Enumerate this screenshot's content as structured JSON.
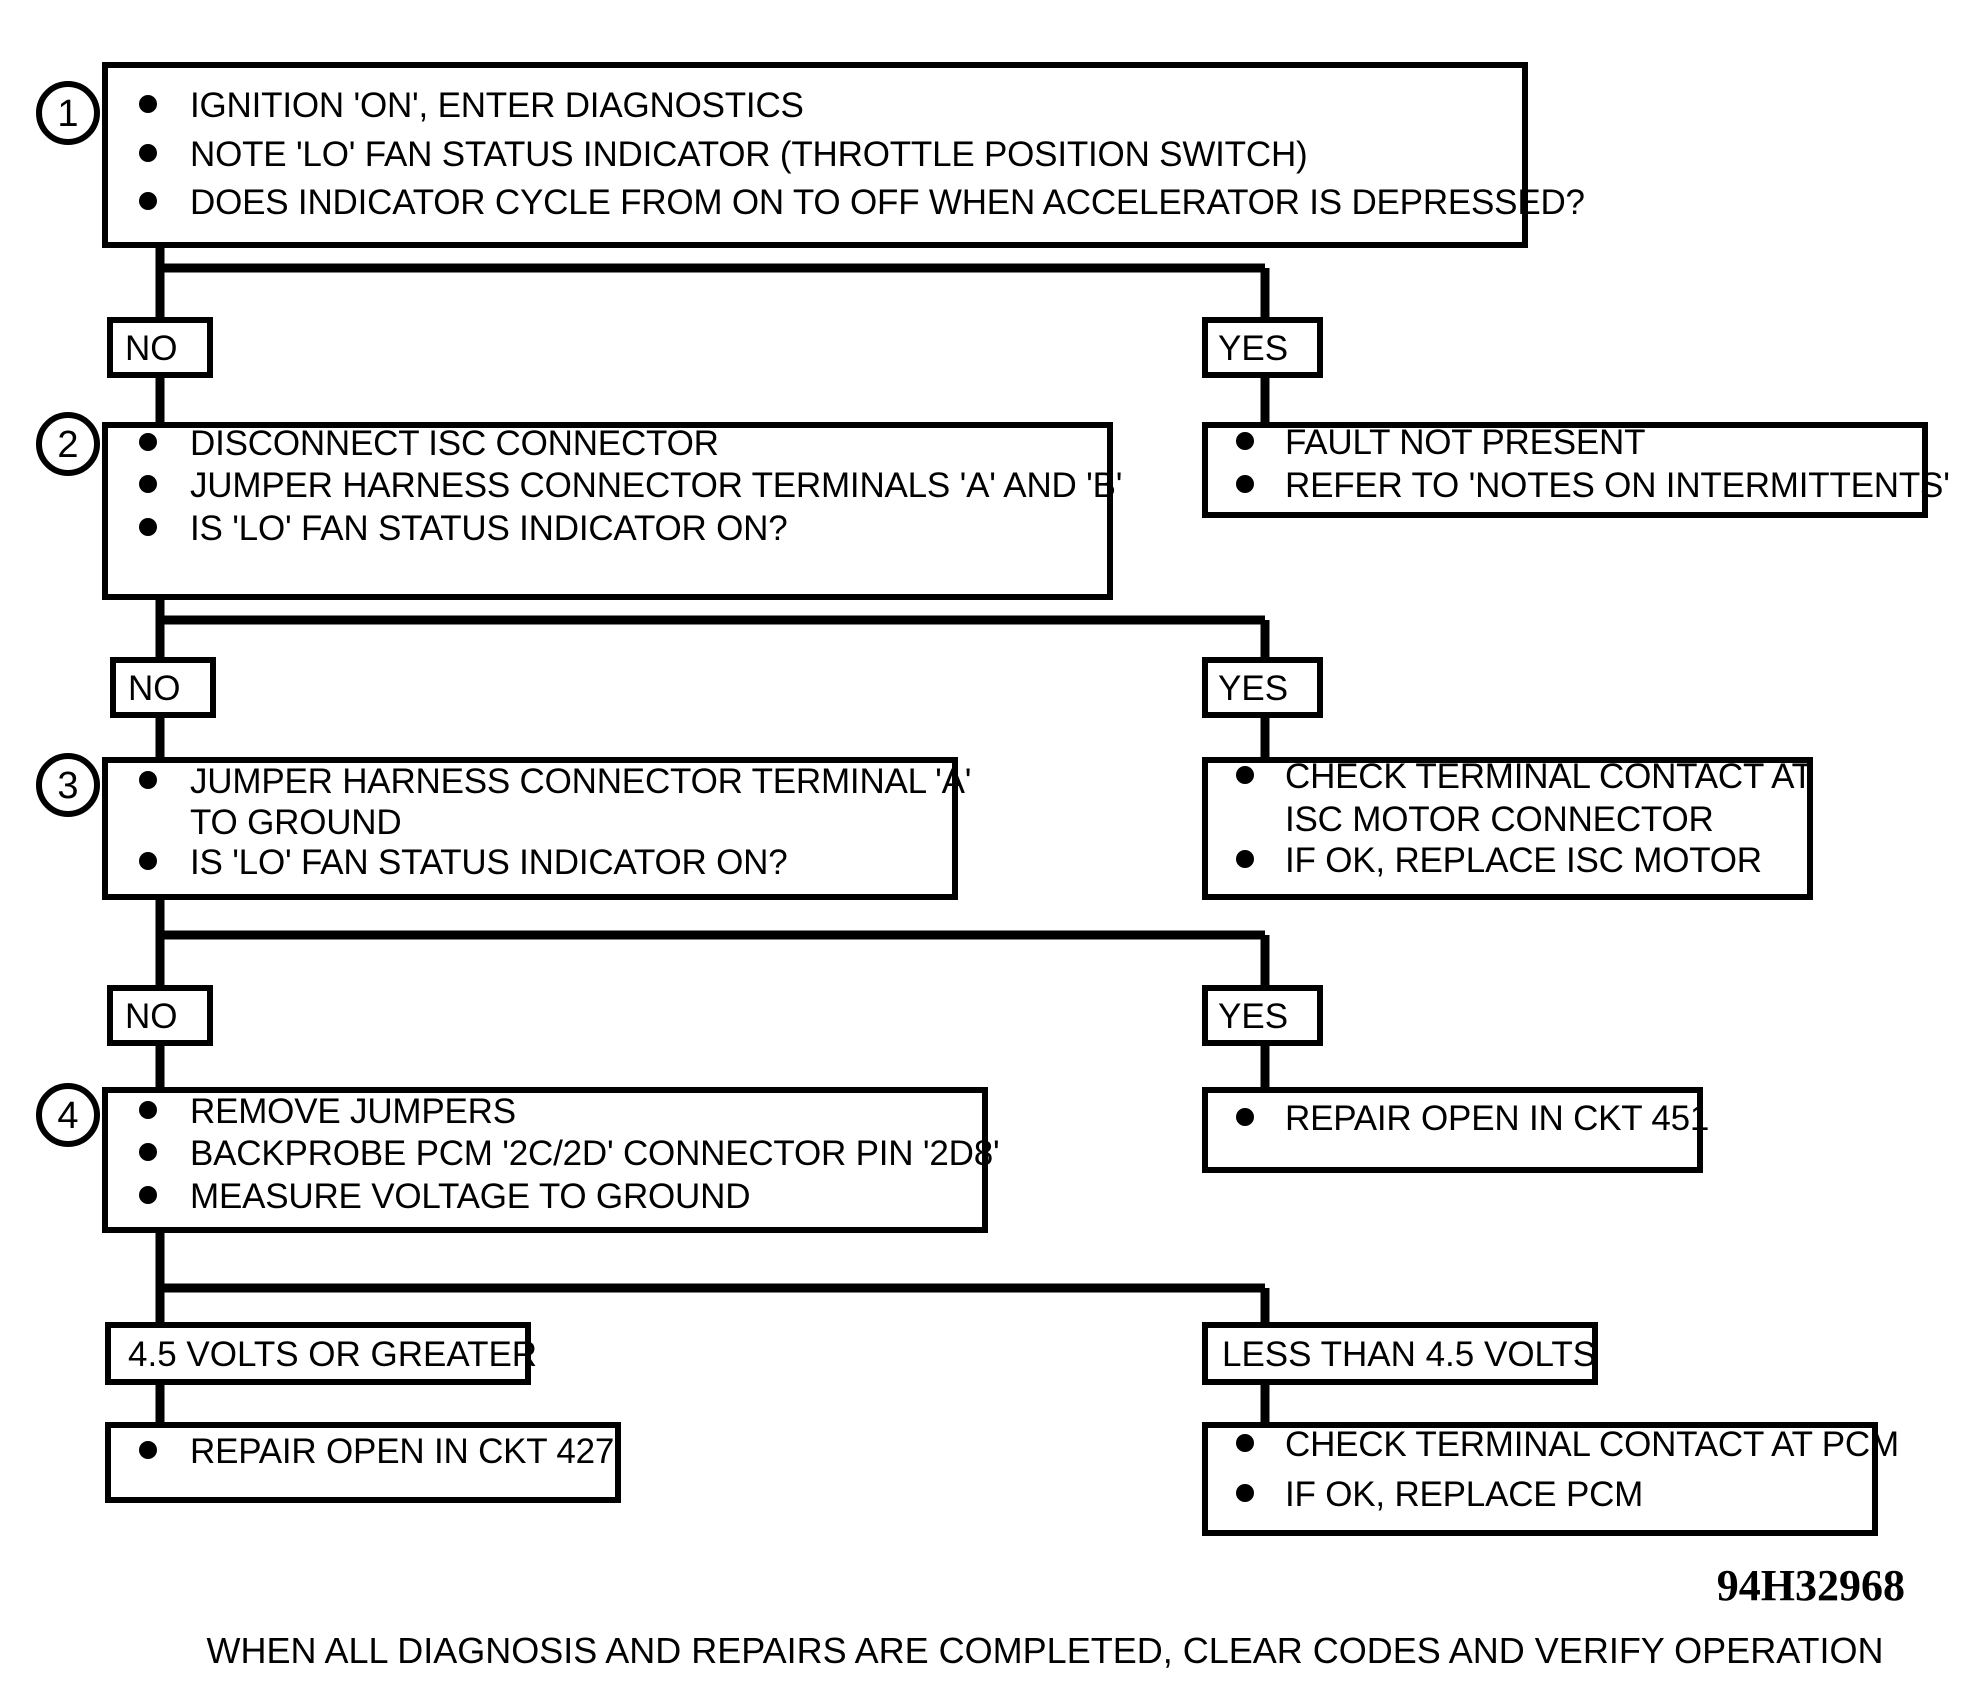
{
  "diagram": {
    "title": "ISC / LO Fan Status Indicator Diagnostic Flowchart",
    "code_id": "94H32968",
    "footer_note": "WHEN ALL DIAGNOSIS AND REPAIRS ARE COMPLETED, CLEAR CODES AND VERIFY OPERATION",
    "colors": {
      "line": "#000000",
      "box_fill": "#ffffff",
      "background": "#ffffff"
    }
  },
  "steps": [
    {
      "number": "1",
      "lines": [
        "IGNITION 'ON', ENTER DIAGNOSTICS",
        "NOTE 'LO' FAN STATUS INDICATOR (THROTTLE POSITION SWITCH)",
        "DOES INDICATOR CYCLE FROM ON TO OFF WHEN ACCELERATOR IS DEPRESSED?"
      ]
    },
    {
      "number": "2",
      "lines": [
        "DISCONNECT ISC CONNECTOR",
        "JUMPER HARNESS CONNECTOR TERMINALS 'A' AND 'B'",
        "IS 'LO' FAN STATUS INDICATOR ON?"
      ]
    },
    {
      "number": "3",
      "lines": [
        "JUMPER HARNESS CONNECTOR TERMINAL 'A'",
        "TO GROUND",
        "IS 'LO' FAN STATUS INDICATOR ON?"
      ]
    },
    {
      "number": "4",
      "lines": [
        "REMOVE JUMPERS",
        "BACKPROBE PCM '2C/2D' CONNECTOR PIN '2D8'",
        "MEASURE VOLTAGE TO GROUND"
      ]
    }
  ],
  "branch_labels": {
    "no_1": "NO",
    "yes_1": "YES",
    "no_2": "NO",
    "yes_2": "YES",
    "no_3": "NO",
    "yes_3": "YES",
    "volts_left": "4.5 VOLTS OR GREATER",
    "volts_right": "LESS THAN 4.5 VOLTS"
  },
  "outcomes": {
    "yes_1_result": [
      "FAULT NOT PRESENT",
      "REFER TO 'NOTES ON INTERMITTENTS'"
    ],
    "yes_2_result": [
      "CHECK TERMINAL CONTACT AT",
      "ISC MOTOR CONNECTOR",
      "IF OK, REPLACE ISC MOTOR"
    ],
    "yes_3_result": [
      "REPAIR OPEN IN CKT 451"
    ],
    "volts_left_result": [
      "REPAIR OPEN IN CKT 427"
    ],
    "volts_right_result": [
      "CHECK TERMINAL CONTACT AT PCM",
      "IF OK, REPLACE PCM"
    ]
  }
}
